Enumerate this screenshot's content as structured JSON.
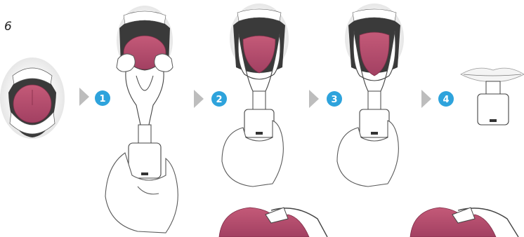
{
  "figure": {
    "label": "6",
    "colors": {
      "tongue": "#b54d6a",
      "tongue_dark": "#8e3450",
      "mouth_dark": "#3a3a3a",
      "gum": "#d98ea0",
      "badge": "#2ea3dc",
      "arrow": "#bdbdbd",
      "outline": "#444444",
      "skin_outline": "#5a5a5a",
      "device_fill": "#ffffff"
    }
  },
  "steps": [
    {
      "badge": "1",
      "icon": "device-insert-icon"
    },
    {
      "badge": "2",
      "icon": "device-rotate-icon"
    },
    {
      "badge": "3",
      "icon": "device-hold-icon"
    },
    {
      "badge": "4",
      "icon": "device-remove-icon"
    }
  ]
}
